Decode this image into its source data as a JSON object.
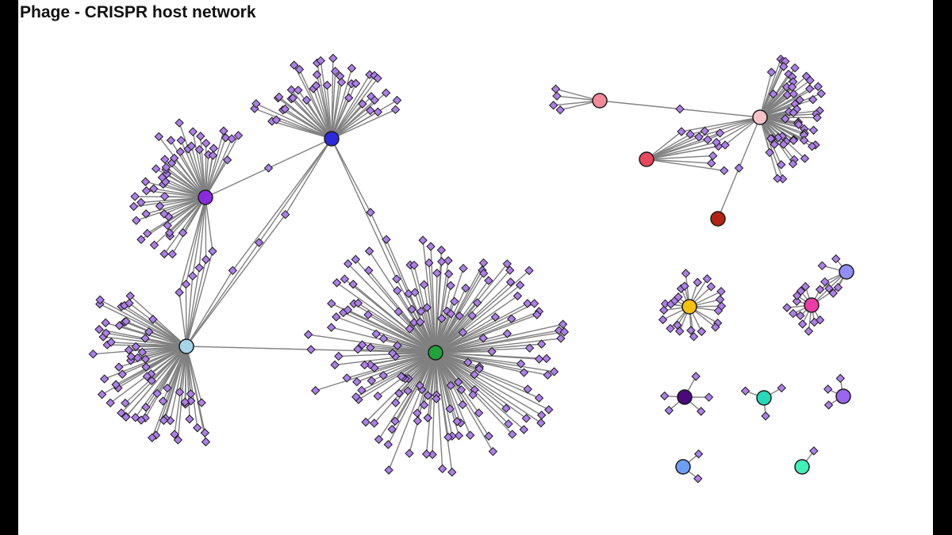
{
  "title": "Phage - CRISPR host network",
  "colors": {
    "background": "#ffffff",
    "frame": "#000000",
    "edge": "#808080",
    "phage_fill": "#ad7fe9",
    "node_stroke": "#1a1a1a"
  },
  "legend": {
    "phage_shape": "diamond",
    "host_shape": "circle"
  },
  "hosts": [
    {
      "id": "green",
      "color": "#22a23a",
      "phages": 160
    },
    {
      "id": "blue",
      "color": "#2b2bdc",
      "phages": 40
    },
    {
      "id": "violet",
      "color": "#8a2be2",
      "phages": 50
    },
    {
      "id": "light-blue",
      "color": "#a6d4ea",
      "phages": 65
    },
    {
      "id": "pink",
      "color": "#f28a9a",
      "phages": 4
    },
    {
      "id": "light-pink",
      "color": "#f7c2c8",
      "phages": 55
    },
    {
      "id": "red",
      "color": "#e8485c",
      "phages": 6
    },
    {
      "id": "dark-red",
      "color": "#b32414",
      "phages": 0
    },
    {
      "id": "yellow",
      "color": "#f5c10f",
      "phages": 24
    },
    {
      "id": "lavender",
      "color": "#8f8ff5",
      "phages": 4
    },
    {
      "id": "magenta",
      "color": "#ec3ca6",
      "phages": 11
    },
    {
      "id": "indigo",
      "color": "#4a0a7e",
      "phages": 5
    },
    {
      "id": "teal",
      "color": "#26d9b9",
      "phages": 3
    },
    {
      "id": "purple",
      "color": "#9a66f0",
      "phages": 3
    },
    {
      "id": "cornflower",
      "color": "#6c9ef2",
      "phages": 2
    },
    {
      "id": "aquamarine",
      "color": "#3ff0b9",
      "phages": 1
    }
  ],
  "shared_links": [
    {
      "hosts": [
        "blue",
        "green"
      ],
      "phages": 2
    },
    {
      "hosts": [
        "blue",
        "violet"
      ],
      "phages": 1
    },
    {
      "hosts": [
        "blue",
        "light-blue"
      ],
      "phages": 3
    },
    {
      "hosts": [
        "violet",
        "light-blue"
      ],
      "phages": 6
    },
    {
      "hosts": [
        "light-blue",
        "green"
      ],
      "phages": 1
    },
    {
      "hosts": [
        "pink",
        "light-pink"
      ],
      "phages": 1
    },
    {
      "hosts": [
        "red",
        "light-pink"
      ],
      "phages": 6
    },
    {
      "hosts": [
        "dark-red",
        "light-pink"
      ],
      "phages": 1
    },
    {
      "hosts": [
        "lavender",
        "magenta"
      ],
      "phages": 3
    }
  ]
}
